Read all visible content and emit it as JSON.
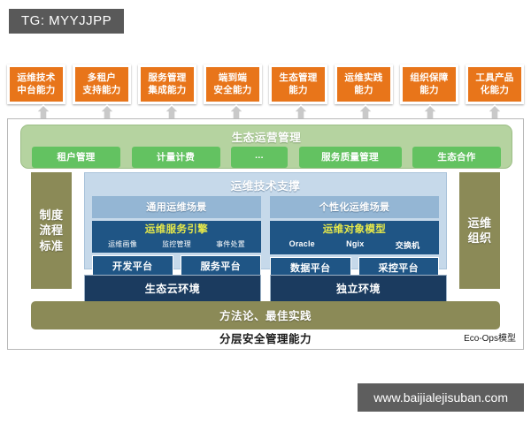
{
  "watermarks": {
    "top": "TG: MYYJJPP",
    "bottom": "www.baijialejisuban.com"
  },
  "capabilities": [
    {
      "line1": "运维技术",
      "line2": "中台能力"
    },
    {
      "line1": "多租户",
      "line2": "支持能力"
    },
    {
      "line1": "服务管理",
      "line2": "集成能力"
    },
    {
      "line1": "端到端",
      "line2": "安全能力"
    },
    {
      "line1": "生态管理",
      "line2": "能力"
    },
    {
      "line1": "运维实践",
      "line2": "能力"
    },
    {
      "line1": "组织保障",
      "line2": "能力"
    },
    {
      "line1": "工具产品",
      "line2": "化能力"
    }
  ],
  "eco": {
    "title": "生态运营管理",
    "items": [
      "租户管理",
      "计量计费",
      "...",
      "服务质量管理",
      "生态合作"
    ]
  },
  "pillars": {
    "left": {
      "l1": "制度",
      "l2": "流程",
      "l3": "标准"
    },
    "right": {
      "l1": "运维",
      "l2": "组织"
    }
  },
  "tech": {
    "title": "运维技术支撑",
    "left_column": {
      "scene": "通用运维场景",
      "engine_title": "运维服务引擎",
      "engine_items": [
        "运维画像",
        "监控管理",
        "事件处置"
      ],
      "platforms": [
        "开发平台",
        "服务平台"
      ]
    },
    "right_column": {
      "scene": "个性化运维场景",
      "engine_title": "运维对象模型",
      "engine_items": [
        "Oracle",
        "Ngix",
        "交换机"
      ],
      "platforms": [
        "数据平台",
        "采控平台"
      ]
    }
  },
  "environments": [
    "生态云环境",
    "独立环境"
  ],
  "methodology": "方法论、最佳实践",
  "footer": {
    "security": "分层安全管理能力",
    "model_label": "Eco-Ops模型"
  },
  "colors": {
    "capability": "#e8751a",
    "eco_band": "#b5d3a0",
    "eco_chip": "#63c261",
    "pillar": "#8b8a57",
    "tech_bg": "#c6d9ea",
    "scene": "#94b6d4",
    "engine": "#1f5585",
    "environment": "#1b3b5f",
    "engine_title_text": "#e6e84a"
  }
}
